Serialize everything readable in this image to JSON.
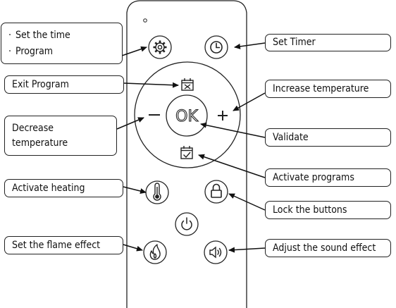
{
  "remote": {
    "buttons": {
      "settings": {
        "icon": "gear-icon"
      },
      "timer": {
        "icon": "clock-icon"
      },
      "exit_program": {
        "icon": "calendar-x-icon"
      },
      "decrease": {
        "icon": "minus-icon"
      },
      "ok": {
        "label": "OK"
      },
      "increase": {
        "icon": "plus-icon"
      },
      "activate_programs": {
        "icon": "calendar-check-icon"
      },
      "heating": {
        "icon": "thermometer-icon"
      },
      "lock": {
        "icon": "padlock-icon"
      },
      "power": {
        "icon": "power-icon"
      },
      "flame": {
        "icon": "flame-icon"
      },
      "sound": {
        "icon": "speaker-icon"
      }
    }
  },
  "callouts": {
    "set_time": "Set the time",
    "program": "Program",
    "set_timer": "Set Timer",
    "exit_program": "Exit Program",
    "increase_temperature": "Increase temperature",
    "decrease_temperature_1": "Decrease",
    "decrease_temperature_2": "temperature",
    "validate": "Validate",
    "activate_programs": "Activate programs",
    "activate_heating": "Activate heating",
    "lock_buttons": "Lock the buttons",
    "flame_effect": "Set the flame effect",
    "sound_effect": "Adjust the sound effect"
  },
  "colors": {
    "stroke": "#222222",
    "background": "#ffffff"
  }
}
